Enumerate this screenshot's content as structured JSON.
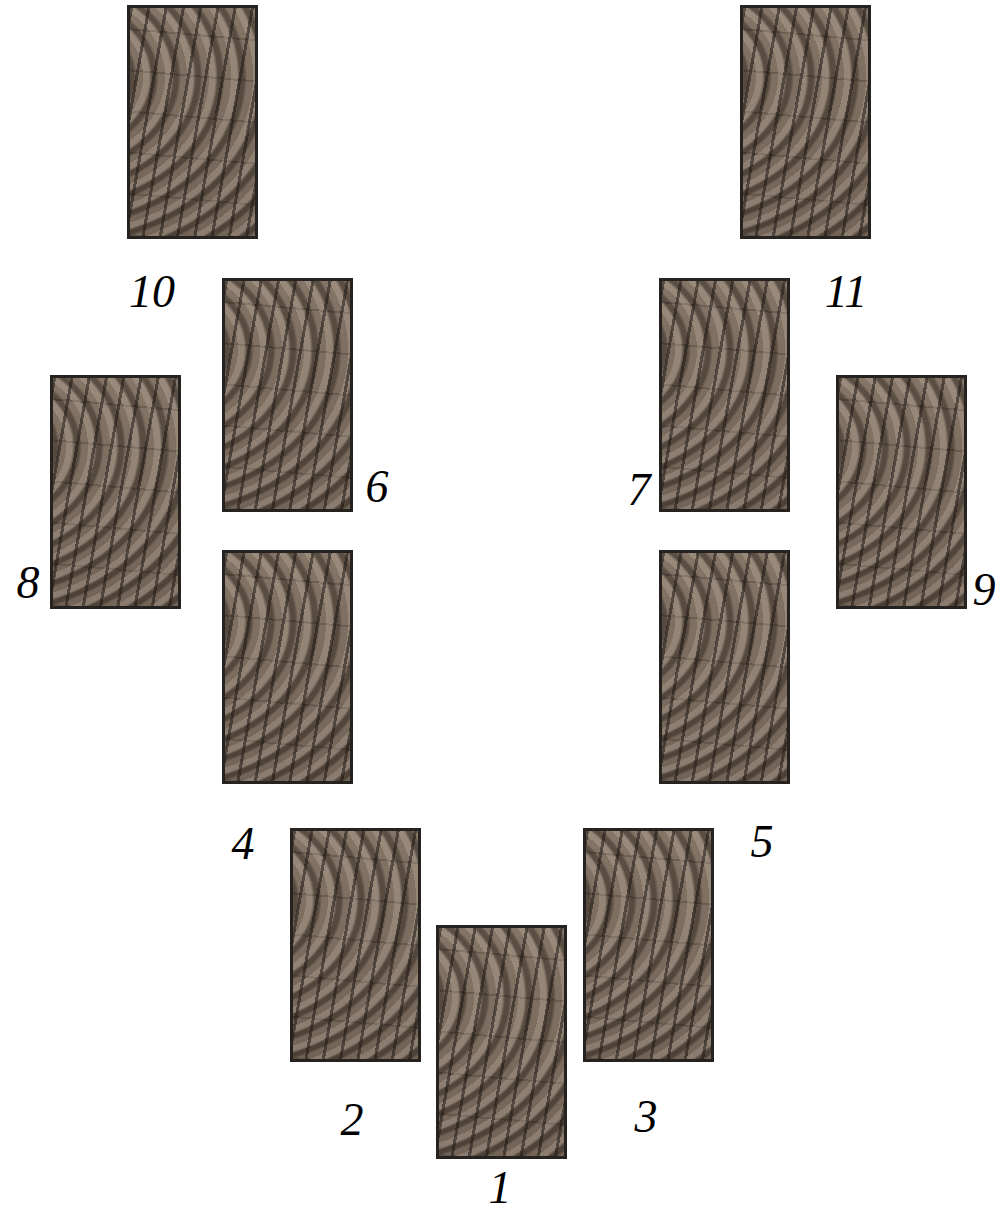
{
  "diagram": {
    "nodes": [
      {
        "text": [
          "1"
        ]
      },
      {
        "text": [
          "2"
        ]
      },
      {
        "text": [
          "3"
        ]
      },
      {
        "text": [
          "4"
        ]
      },
      {
        "text": [
          "5"
        ]
      },
      {
        "text": [
          "6"
        ]
      },
      {
        "text": [
          "7"
        ]
      },
      {
        "text": [
          "8"
        ]
      },
      {
        "text": [
          "9"
        ]
      },
      {
        "text": [
          "10"
        ]
      },
      {
        "text": [
          "11"
        ]
      }
    ]
  }
}
